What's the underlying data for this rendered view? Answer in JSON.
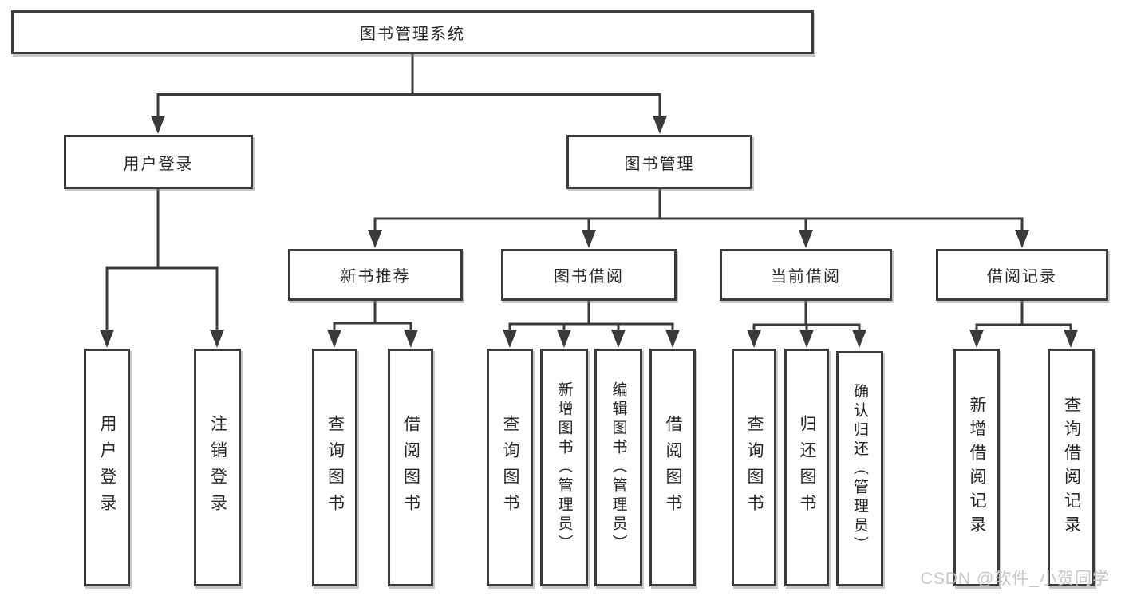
{
  "tree": {
    "label": "图书管理系统",
    "children": [
      {
        "label": "用户登录",
        "children": [
          {
            "label": "用户登录"
          },
          {
            "label": "注销登录"
          }
        ]
      },
      {
        "label": "图书管理",
        "children": [
          {
            "label": "新书推荐",
            "children": [
              {
                "label": "查询图书"
              },
              {
                "label": "借阅图书"
              }
            ]
          },
          {
            "label": "图书借阅",
            "children": [
              {
                "label": "查询图书"
              },
              {
                "label": "新增图书（管理员）"
              },
              {
                "label": "编辑图书（管理员）"
              },
              {
                "label": "借阅图书"
              }
            ]
          },
          {
            "label": "当前借阅",
            "children": [
              {
                "label": "查询图书"
              },
              {
                "label": "归还图书"
              },
              {
                "label": "确认归还（管理员）"
              }
            ]
          },
          {
            "label": "借阅记录",
            "children": [
              {
                "label": "新增借阅记录"
              },
              {
                "label": "查询借阅记录"
              }
            ]
          }
        ]
      }
    ]
  },
  "watermark": "CSDN @软件_小贺同学",
  "colors": {
    "line": "#3a3a3a",
    "box_border": "#3c3c3c",
    "text": "#262626",
    "watermark": "#c6c6c6",
    "background": "#ffffff"
  }
}
